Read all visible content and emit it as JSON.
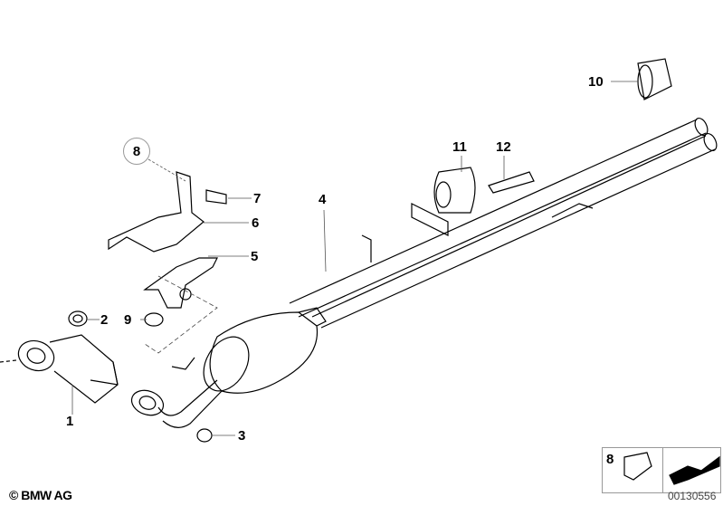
{
  "diagram": {
    "callouts": [
      {
        "id": "1",
        "text": "1"
      },
      {
        "id": "2",
        "text": "2"
      },
      {
        "id": "3",
        "text": "3"
      },
      {
        "id": "4",
        "text": "4"
      },
      {
        "id": "5",
        "text": "5"
      },
      {
        "id": "6",
        "text": "6"
      },
      {
        "id": "7",
        "text": "7"
      },
      {
        "id": "8",
        "text": "8"
      },
      {
        "id": "9",
        "text": "9"
      },
      {
        "id": "10",
        "text": "10"
      },
      {
        "id": "11",
        "text": "11"
      },
      {
        "id": "12",
        "text": "12"
      }
    ],
    "legend": {
      "number": "8"
    },
    "copyright": "© BMW AG",
    "document_number": "00130556"
  }
}
